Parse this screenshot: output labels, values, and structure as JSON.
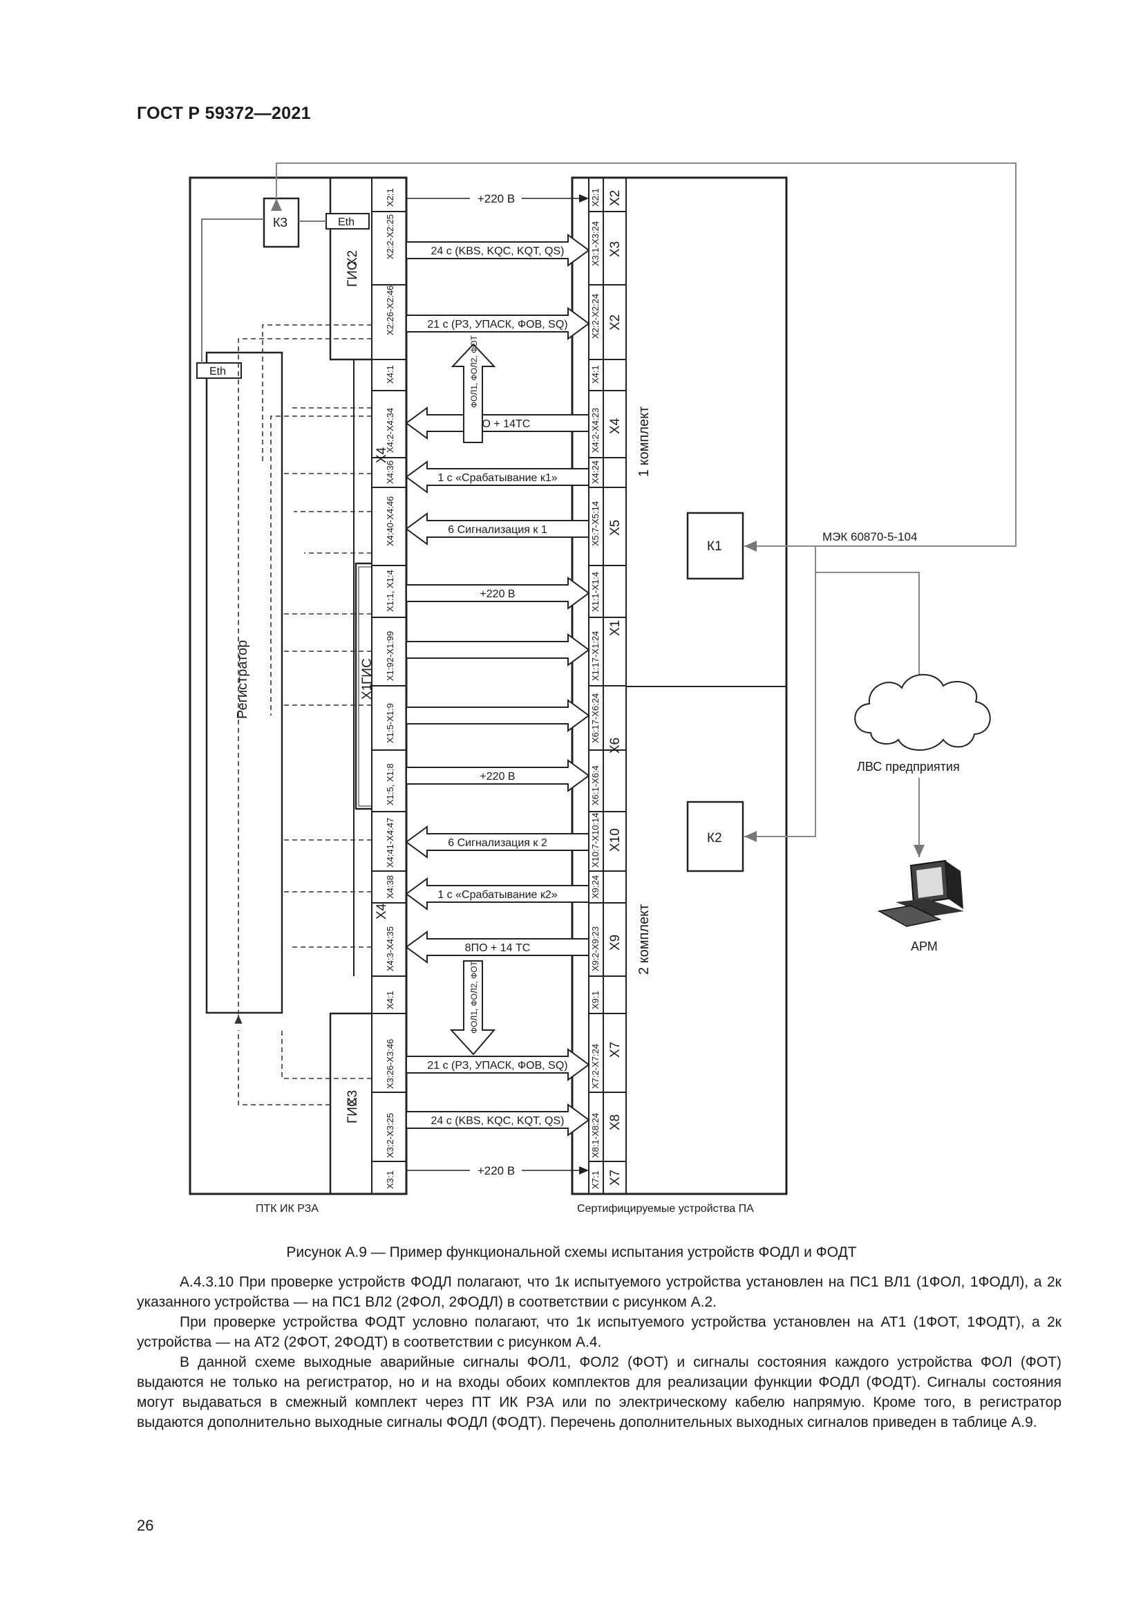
{
  "header": {
    "standard": "ГОСТ Р 59372—2021"
  },
  "diagram": {
    "left_block_label": "ПТК ИК РЗА",
    "right_block_label": "Сертифицируемые устройства ПА",
    "registrator": "Регистратор",
    "kz": "КЗ",
    "eth": "Eth",
    "gis": "ГИС",
    "x1": "X1",
    "x2": "X2",
    "x3": "X3",
    "x4": "X4",
    "kit1": "1 комплект",
    "kit2": "2 комплект",
    "k1": "К1",
    "k2": "К2",
    "iec": "МЭК 60870-5-104",
    "lan": "ЛВС предприятия",
    "arm": "АРМ",
    "fol_up": "ФОЛ1, ФОЛ2, ФОТ",
    "fol_down": "ФОЛ1, ФОЛ2, ФОТ",
    "arrows": [
      "+220 В",
      "24 с (KBS, KQC, KQT, QS)",
      "21 с (РЗ, УПАСК, ФОВ, SQ)",
      "8 ПО + 14ТС",
      "1 с «Срабатывание к1»",
      "6 Сигнализация к 1",
      "+220 В",
      "+220 В",
      "6 Сигнализация к 2",
      "1 с «Срабатывание к2»",
      "8ПО + 14 ТС",
      "21 с (РЗ, УПАСК, ФОВ, SQ)",
      "24 с (KBS, KQC, KQT, QS)",
      "+220 В"
    ],
    "left_pins": [
      "X2:1",
      "X2:2-X2:25",
      "X2:26-X2:46",
      "X4:1",
      "X4:2-X4:34",
      "X4:36",
      "X4:40-X4:46",
      "X1:1, X1:4",
      "X1:92-X1:99",
      "X1:5-X1:9",
      "X1:5, X1:8",
      "X4:41-X4:47",
      "X4:38",
      "X4:3-X4:35",
      "X4:1",
      "X3:26-X3:46",
      "X3:2-X3:25",
      "X3:1"
    ],
    "right_pins": [
      "X2:1",
      "X3:1-X3:24",
      "X2:2-X2:24",
      "X4:1",
      "X4:2-X4:23",
      "X4:24",
      "X5:7-X5:14",
      "X1:1-X1:4",
      "X1:17-X1:24",
      "X6:17-X6:24",
      "X6:1-X6:4",
      "X10:7-X10:14",
      "X9:24",
      "X9:2-X9:23",
      "X9:1",
      "X7:2-X7:24",
      "X8:1-X8:24",
      "X7:1"
    ],
    "right_conn": [
      "X2",
      "X3",
      "X2",
      "X4",
      "X5",
      "X1",
      "X6",
      "X10",
      "X9",
      "X7",
      "X8",
      "X7"
    ]
  },
  "caption": "Рисунок А.9 — Пример функциональной схемы испытания устройств ФОДЛ и ФОДТ",
  "paragraphs": [
    "А.4.3.10 При проверке устройств ФОДЛ полагают, что 1к испытуемого устройства установлен на ПС1 ВЛ1 (1ФОЛ, 1ФОДЛ), а 2к указанного устройства — на ПС1 ВЛ2 (2ФОЛ, 2ФОДЛ) в соответствии с рисунком А.2.",
    "При проверке устройства ФОДТ условно полагают, что 1к испытуемого устройства установлен на АТ1 (1ФОТ, 1ФОДТ), а 2к устройства — на АТ2 (2ФОТ, 2ФОДТ) в соответствии с рисунком А.4.",
    "В данной схеме выходные аварийные сигналы ФОЛ1, ФОЛ2 (ФОТ) и сигналы состояния каждого устройства ФОЛ (ФОТ) выдаются не только на регистратор, но и на входы обоих комплектов для реализации функции ФОДЛ (ФОДТ). Сигналы состояния могут выдаваться в смежный комплект через ПТ ИК РЗА или по электрическому кабелю напрямую. Кроме того, в регистратор выдаются дополнительно выходные сигналы ФОДЛ (ФОДТ). Перечень дополнительных выходных сигналов приведен в таблице А.9."
  ],
  "page_number": "26"
}
